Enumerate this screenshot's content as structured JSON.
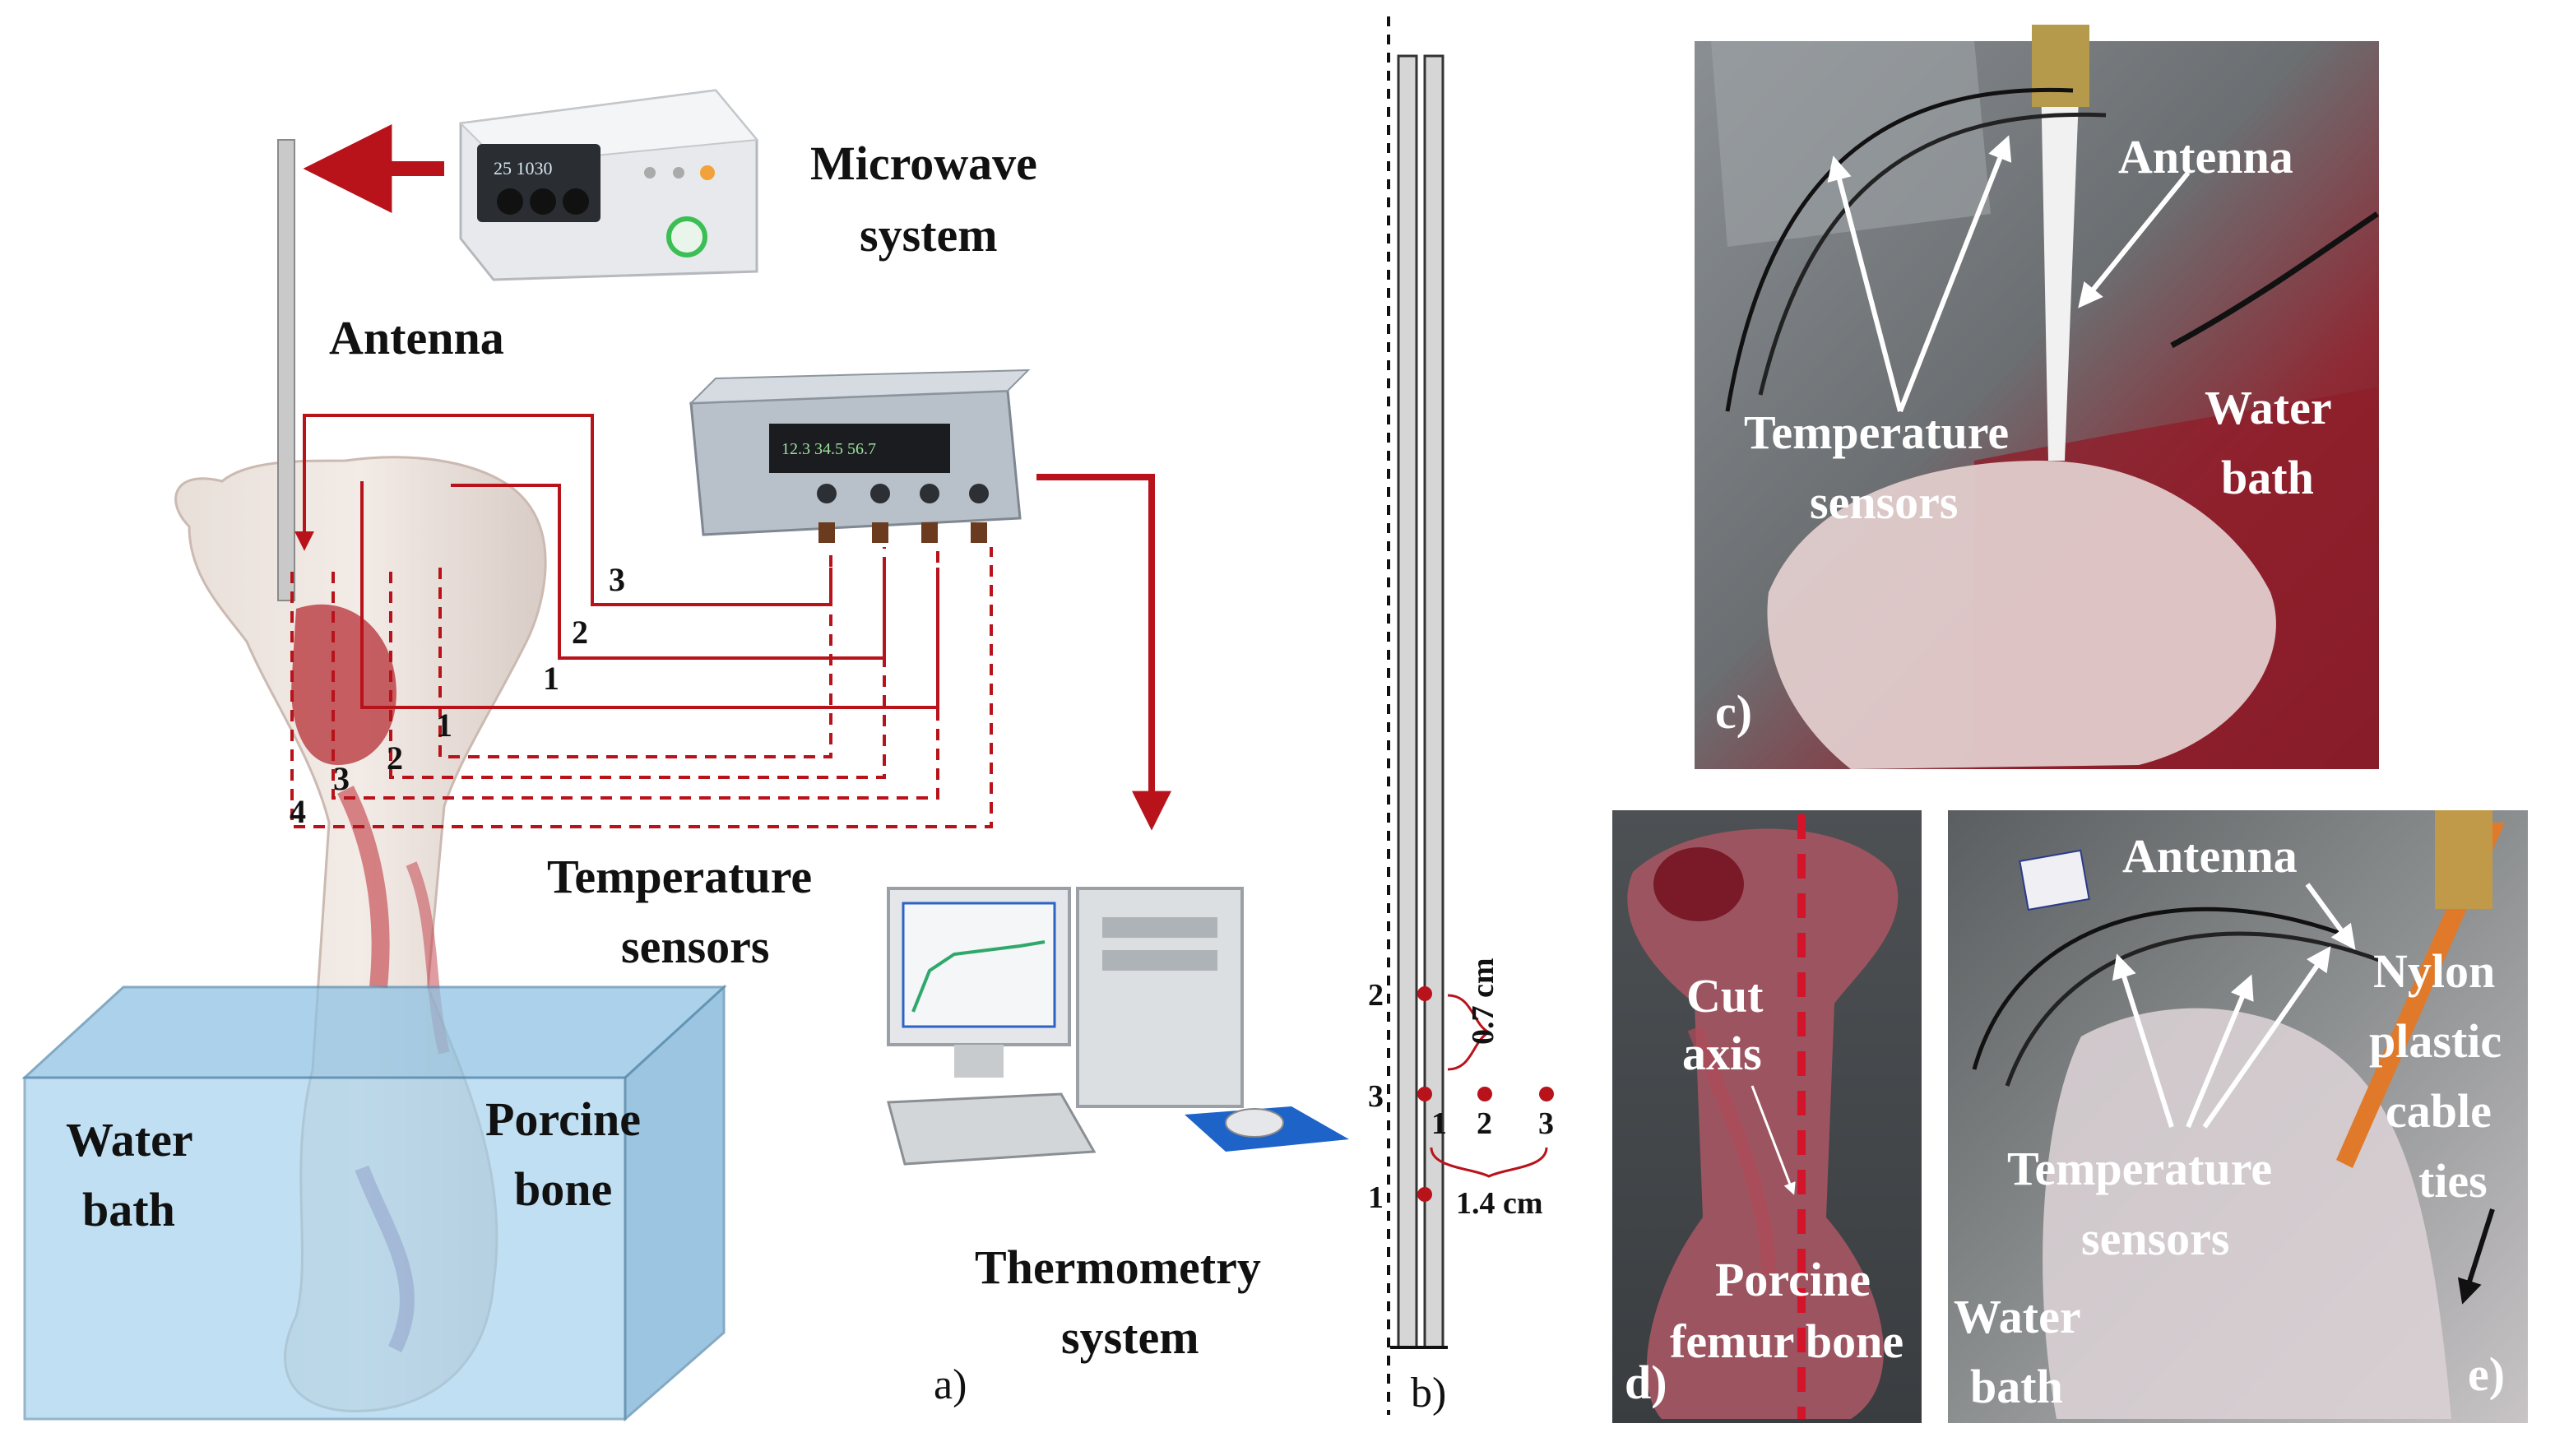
{
  "panel_a": {
    "microwave_label": [
      "Microwave",
      "system"
    ],
    "antenna_label": "Antenna",
    "temperature_sensors_label": [
      "Temperature",
      "sensors"
    ],
    "water_bath_label": [
      "Water",
      "bath"
    ],
    "porcine_bone_label": [
      "Porcine",
      "bone"
    ],
    "thermometry_label": [
      "Thermometry",
      "system"
    ],
    "top_line_numbers": [
      "3",
      "2",
      "1"
    ],
    "bottom_sensor_numbers": [
      "1",
      "2",
      "3",
      "4"
    ],
    "panel_letter": "a)"
  },
  "panel_b": {
    "sensor_numbers_left": [
      "2",
      "3",
      "1"
    ],
    "sensor_numbers_right": [
      "1",
      "2",
      "3"
    ],
    "dim_vertical": "0.7 cm",
    "dim_horizontal": "1.4 cm",
    "panel_letter": "b)"
  },
  "panel_c": {
    "antenna_label": "Antenna",
    "temperature_sensors_label": [
      "Temperature",
      "sensors"
    ],
    "water_bath_label": [
      "Water",
      "bath"
    ],
    "panel_letter": "c)"
  },
  "panel_d": {
    "cut_axis_label": [
      "Cut",
      "axis"
    ],
    "femur_label": [
      "Porcine",
      "femur bone"
    ],
    "panel_letter": "d)"
  },
  "panel_e": {
    "antenna_label": "Antenna",
    "cable_ties_label": [
      "Nylon",
      "plastic",
      "cable",
      "ties"
    ],
    "temperature_sensors_label": [
      "Temperature",
      "sensors"
    ],
    "water_bath_label": [
      "Water",
      "bath"
    ],
    "panel_letter": "e)"
  },
  "colors": {
    "sensor_red": "#b8131b",
    "water_blue": "#8fc3e3",
    "photo_pink": "#c7485a"
  }
}
